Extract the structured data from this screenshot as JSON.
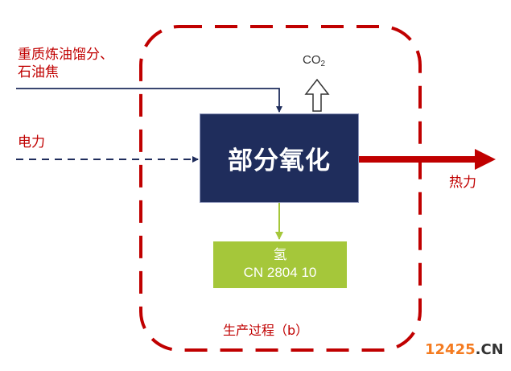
{
  "diagram": {
    "inputs": [
      {
        "label_line1": "重质炼油馏分、",
        "label_line2": "石油焦",
        "line_style": "solid"
      },
      {
        "label": "电力",
        "line_style": "dashed"
      }
    ],
    "process": {
      "label": "部分氧化"
    },
    "emission": {
      "label_main": "CO",
      "label_sub": "2"
    },
    "output_heat": {
      "label": "热力"
    },
    "product": {
      "name": "氢",
      "code": "CN 2804 10"
    },
    "boundary": {
      "label": "生产过程（b）"
    }
  },
  "watermark": {
    "number": "12425",
    "tld": ".CN"
  },
  "colors": {
    "boundary_red": "#c00000",
    "process_navy": "#1f2d5c",
    "product_green": "#a5c73a",
    "input_line": "#1f2d5c",
    "watermark_orange": "#f47b20"
  }
}
